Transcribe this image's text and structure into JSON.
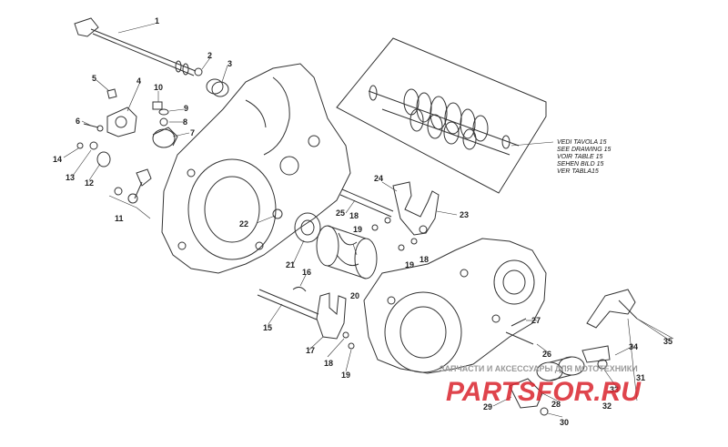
{
  "diagram": {
    "labels": [
      "1",
      "2",
      "3",
      "4",
      "5",
      "6",
      "7",
      "8",
      "9",
      "10",
      "11",
      "12",
      "13",
      "14",
      "15",
      "16",
      "17",
      "18",
      "18",
      "18",
      "19",
      "19",
      "19",
      "20",
      "21",
      "22",
      "23",
      "24",
      "25",
      "26",
      "27",
      "28",
      "29",
      "30",
      "31",
      "32",
      "33",
      "34",
      "35"
    ],
    "reference_note": [
      "VEDI TAVOLA 15",
      "SEE DRAWING 15",
      "VOIR TABLE 15",
      "SEHEN BILD 15",
      "VER TABLA15"
    ]
  },
  "watermark": {
    "tagline": "ЗАПЧАСТИ И АКСЕССУАРЫ ДЛЯ МОТОТЕХНИКИ",
    "brand": "PARTSFOR.RU",
    "brand_color": "#d9232d"
  }
}
